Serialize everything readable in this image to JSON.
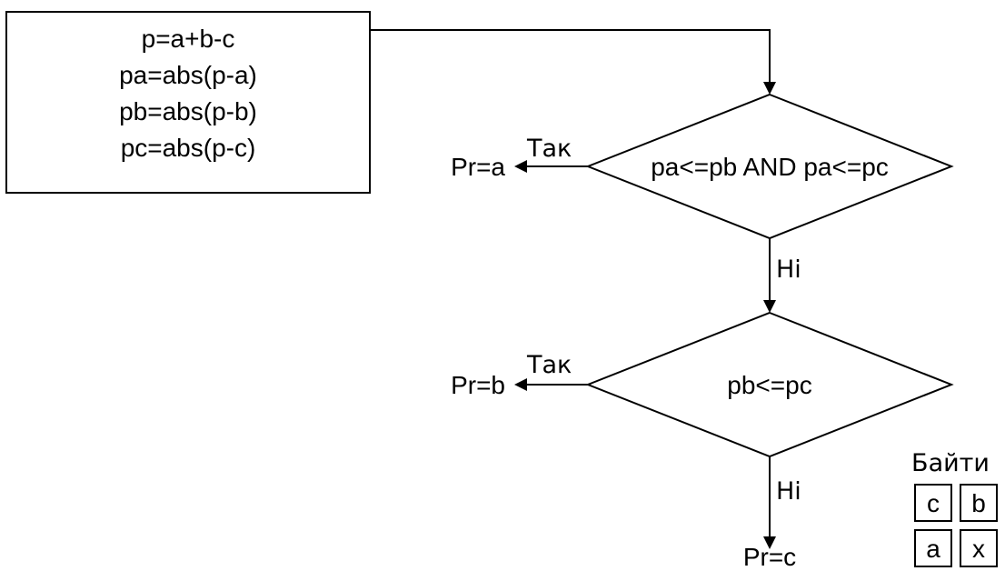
{
  "process_box": {
    "lines": [
      "p=a+b-c",
      "pa=abs(p-a)",
      "pb=abs(p-b)",
      "pc=abs(p-c)"
    ]
  },
  "decision1": {
    "condition": "pa<=pb AND pa<=pc",
    "yes_label": "Так",
    "no_label": "Ні",
    "yes_result": "Pr=a"
  },
  "decision2": {
    "condition": "pb<=pc",
    "yes_label": "Так",
    "no_label": "Ні",
    "yes_result": "Pr=b",
    "no_result": "Pr=c"
  },
  "bytes_legend": {
    "title": "Байти",
    "cells": [
      "c",
      "b",
      "a",
      "x"
    ]
  }
}
